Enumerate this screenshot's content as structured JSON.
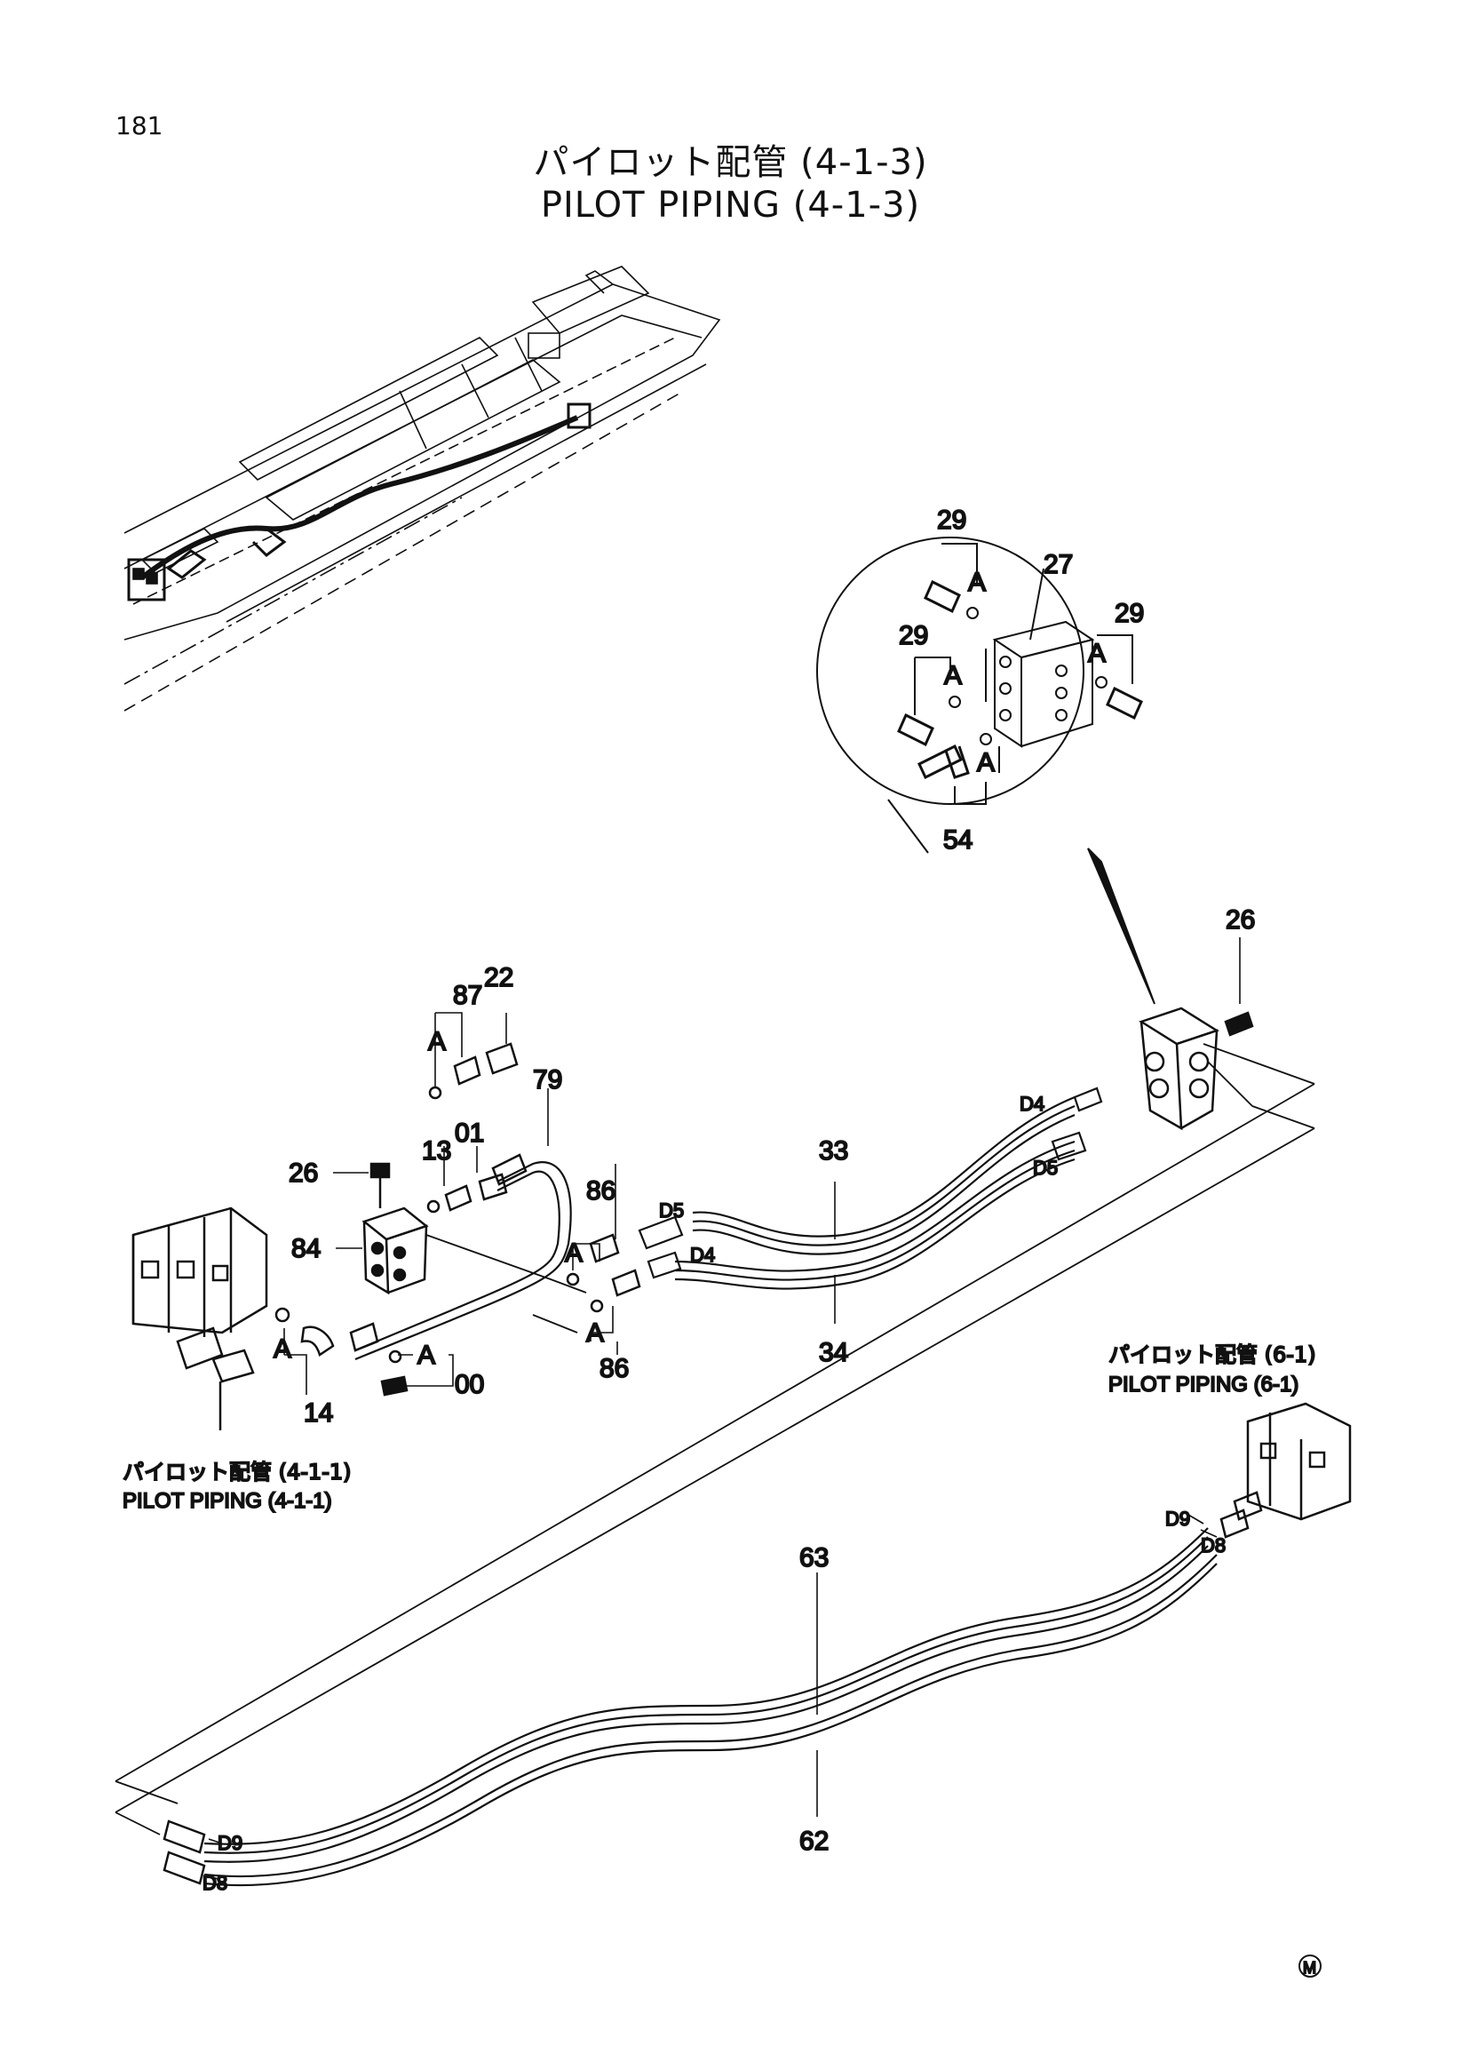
{
  "page_number": "181",
  "title_jp": "パイロット配管 (4-1-3)",
  "title_en": "PILOT PIPING (4-1-3)",
  "references": {
    "ref_6_1_jp": "パイロット配管 (6-1)",
    "ref_6_1_en": "PILOT PIPING (6-1)",
    "ref_4_1_1_jp": "パイロット配管 (4-1-1)",
    "ref_4_1_1_en": "PILOT PIPING (4-1-1)"
  },
  "detail_labels": {
    "p29a": "29",
    "p29b": "29",
    "p29c": "29",
    "p27": "27",
    "p54": "54",
    "a1": "A",
    "a2": "A",
    "a3": "A",
    "a4": "A"
  },
  "part_labels": {
    "p26r": "26",
    "p87": "87",
    "p22": "22",
    "p79": "79",
    "p13": "13",
    "p01": "01",
    "p26l": "26",
    "p84": "84",
    "p86a": "86",
    "p86b": "86",
    "p14": "14",
    "p00": "00",
    "p33": "33",
    "p34": "34",
    "p63": "63",
    "p62": "62",
    "a5": "A",
    "a6": "A",
    "a7": "A",
    "a8": "A",
    "a9": "A"
  },
  "port_labels": {
    "d4a": "D4",
    "d5a": "D5",
    "d5b": "D5",
    "d4b": "D4",
    "d9a": "D9",
    "d8a": "D8",
    "d9b": "D9",
    "d8b": "D8"
  },
  "mark": "M"
}
